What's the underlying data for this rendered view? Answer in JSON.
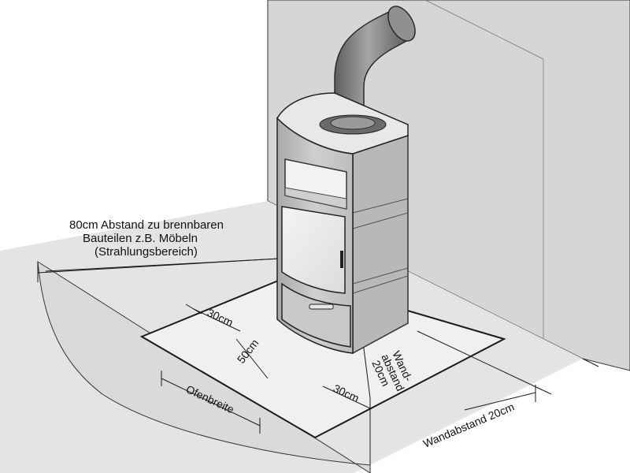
{
  "annotations": {
    "clearance_line1": "80cm Abstand zu brennbaren",
    "clearance_line2": "Bauteilen z.B. Möbeln",
    "clearance_line3": "(Strahlungsbereich)",
    "front_depth": "50cm",
    "side_left": "30cm",
    "side_right": "30cm",
    "stove_width": "Ofenbreite",
    "wall_gap_line1": "Wand-",
    "wall_gap_line2": "abstand",
    "wall_gap_line3": "20cm",
    "wall_distance": "Wandabstand  20cm"
  },
  "colors": {
    "wall": "#d6d6d6",
    "floor": "#e2e2e2",
    "floor_plate": "#efefef",
    "stove_body": "#c4c4c4",
    "stove_side": "#b0b0b0",
    "stove_top": "#e6e6e6",
    "glass": "#e9e9e9",
    "pipe": "#7c7c7c",
    "line": "#1a1a1a"
  }
}
